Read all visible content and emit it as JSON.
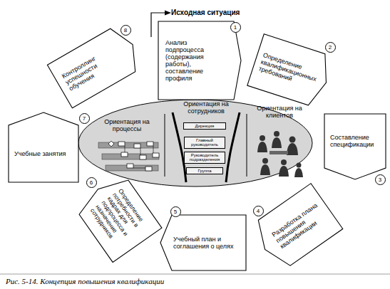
{
  "diagram": {
    "caption": "Рис. 5-14. Концепция повышения квалификации",
    "nodes": [
      {
        "text": [
          "Анализ подпроцесса (содержания работы), составление профиля"
        ]
      },
      {
        "text": [
          "Определение квалификационных требований"
        ]
      },
      {
        "text": [
          "Составление спецификации"
        ]
      },
      {
        "text": [
          "Разработка плана повышения квалификации"
        ]
      },
      {
        "text": [
          "Учебный план и соглашения о целях"
        ]
      },
      {
        "text": [
          "Определение потребности в кадрах для подпроцесса и назначение сотрудников"
        ]
      },
      {
        "text": [
          "Учебные занятия"
        ]
      },
      {
        "text": [
          "Контроллинг успешности обучения"
        ]
      },
      {
        "text": [
          "Ориентация на процессы"
        ]
      },
      {
        "text": [
          "Ориентация на сотрудников"
        ]
      },
      {
        "text": [
          "Ориентация на клиентов"
        ]
      },
      {
        "text": [
          "Дирекция"
        ],
        "in": 9
      },
      {
        "text": [
          "Главный руководитель"
        ],
        "in": 9
      },
      {
        "text": [
          "Руководитель подразделения"
        ],
        "in": 9
      },
      {
        "text": [
          "Группа"
        ],
        "in": 9
      }
    ],
    "labels": [
      "Исходная ситуация",
      "1",
      "2",
      "3",
      "4",
      "5",
      "6",
      "7",
      "8"
    ]
  }
}
